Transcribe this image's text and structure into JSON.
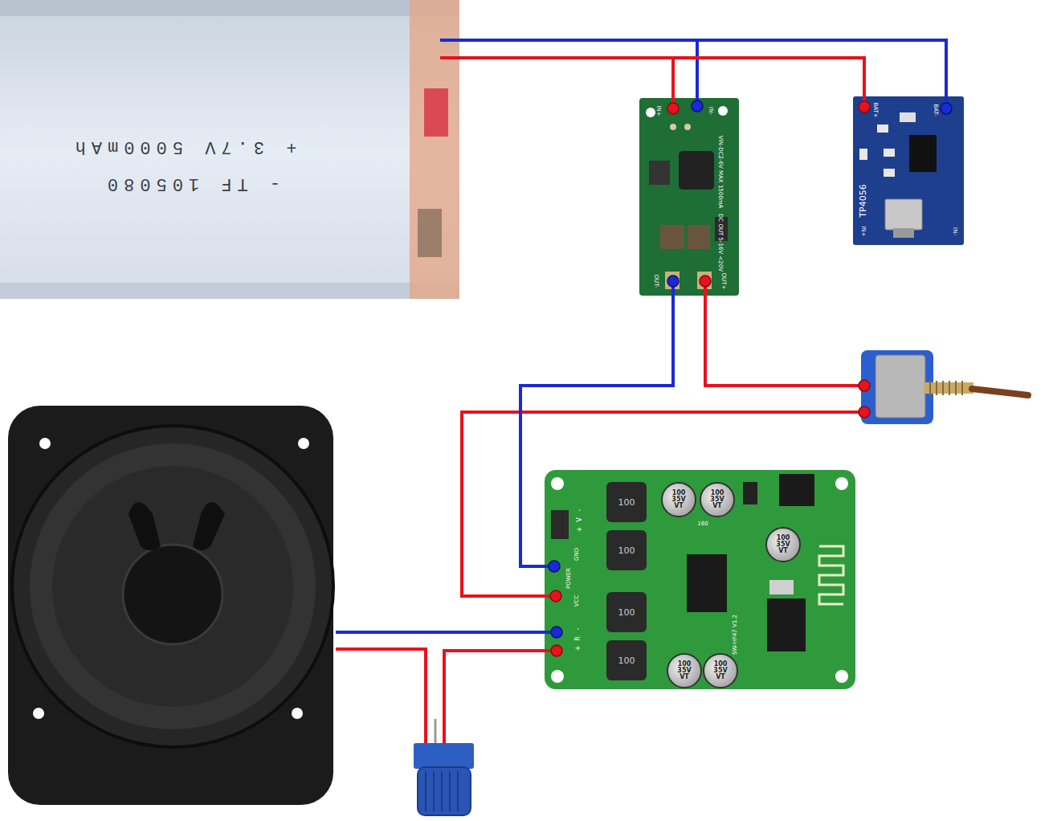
{
  "diagram": {
    "nodes": [
      {
        "text": [
          "+ 3.7V 5000mAh",
          "- TF 105080"
        ]
      },
      {
        "text": [
          "IN+",
          "IN-",
          "VIN-DC2-6V MAX 1500mA",
          "DC OUT 5-16V <20V",
          "OUT-",
          "OUT+"
        ]
      },
      {
        "text": [
          "BAT+",
          "BAT-",
          "TP4056",
          "IN+",
          "IN-"
        ]
      },
      {
        "text": [
          "-",
          "V",
          "+",
          "GND",
          "POWER",
          "VCC",
          "-",
          "R",
          "+",
          "100",
          "100",
          "100",
          "100",
          "100 35V VT",
          "100 35V VT",
          "100 35V VT",
          "100 35V VT",
          "100 35V VT",
          "SW-HF47 V1.2",
          "160"
        ]
      }
    ],
    "edges": [
      {
        "from": 0,
        "to": 1,
        "arrow": "none"
      },
      {
        "from": 0,
        "to": 1,
        "arrow": "none"
      },
      {
        "from": 0,
        "to": 2,
        "arrow": "none"
      },
      {
        "from": 0,
        "to": 2,
        "arrow": "none"
      },
      {
        "from": 1,
        "to": 3,
        "arrow": "none"
      }
    ]
  }
}
